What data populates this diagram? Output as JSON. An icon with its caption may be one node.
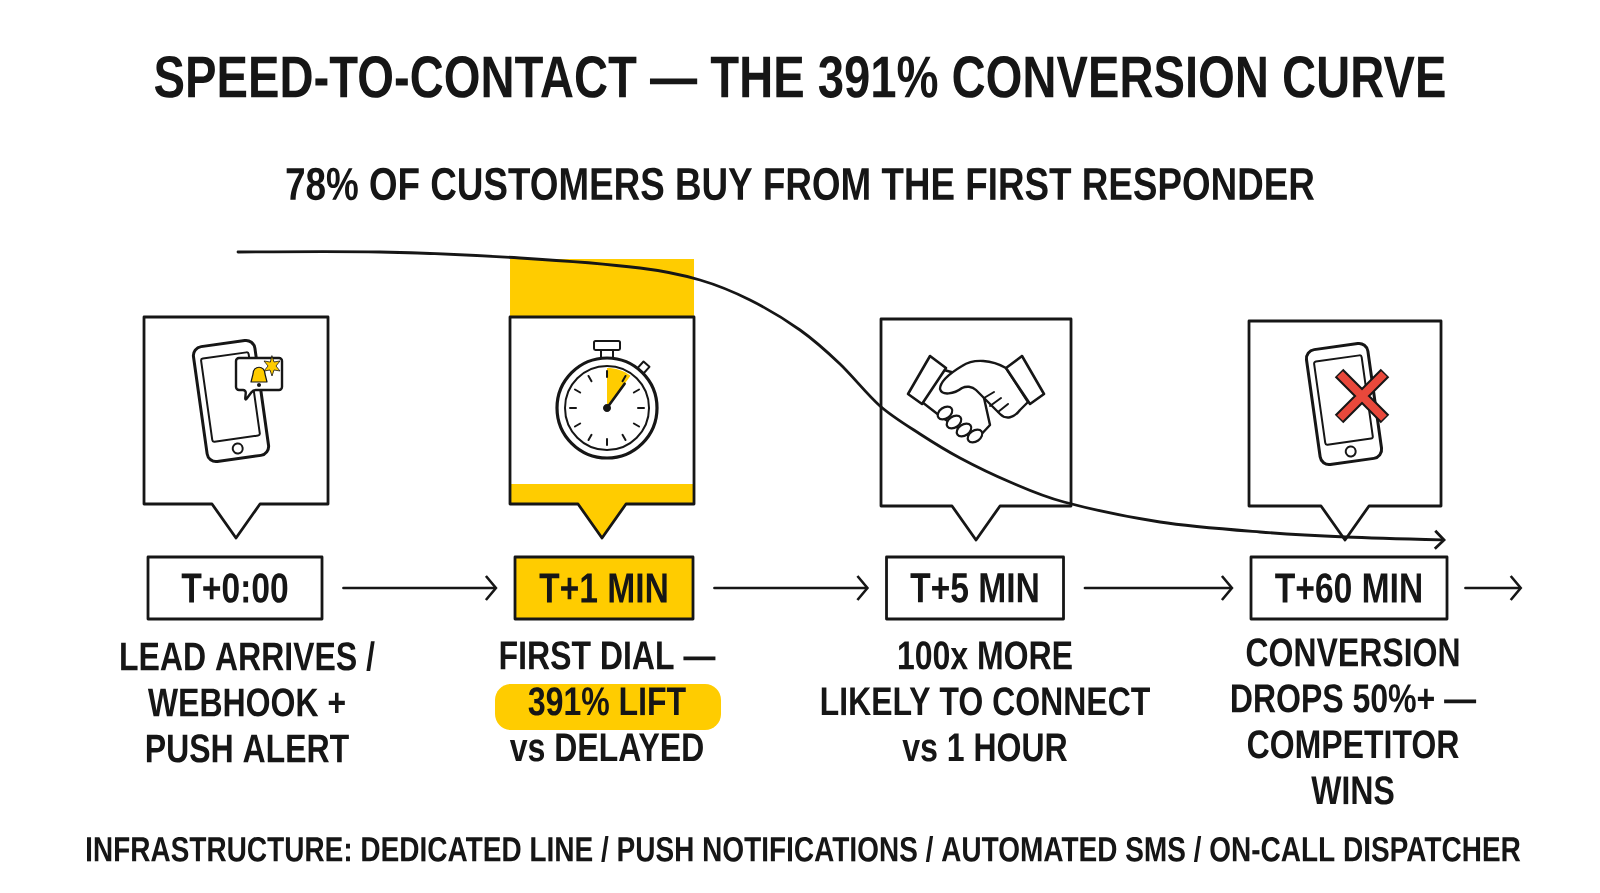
{
  "diagram": {
    "title": "SPEED-TO-CONTACT — THE 391% CONVERSION CURVE",
    "nodes": [
      {
        "text": [],
        "shape": "box"
      },
      {
        "text": [],
        "shape": "box"
      },
      {
        "text": [],
        "shape": "box"
      },
      {
        "text": [],
        "shape": "box"
      },
      {
        "text": [
          "T+0:00"
        ],
        "beside": [
          "LEAD ARRIVES / WEBHOOK + PUSH ALERT"
        ]
      },
      {
        "text": [
          "T+1 MIN"
        ],
        "beside": [
          "FIRST DIAL — 391% LIFT vs DELAYED"
        ]
      },
      {
        "text": [
          "T+5 MIN"
        ],
        "beside": [
          "100x MORE LIKELY TO CONNECT vs 1 HOUR"
        ]
      },
      {
        "text": [
          "T+60 MIN"
        ],
        "beside": [
          "CONVERSION DROPS 50%+ — COMPETITOR WINS"
        ]
      }
    ],
    "edges": [
      {
        "from": 4,
        "to": 5,
        "arrow": "to"
      },
      {
        "from": 5,
        "to": 6,
        "arrow": "to"
      },
      {
        "from": 6,
        "to": 7,
        "arrow": "to"
      },
      {
        "from": 7,
        "to": null,
        "arrow": "to"
      }
    ],
    "labels": [
      "78% OF CUSTOMERS BUY FROM THE FIRST RESPONDER",
      "INFRASTRUCTURE: DEDICATED LINE / PUSH NOTIFICATIONS / AUTOMATED SMS / ON-CALL DISPATCHER"
    ]
  }
}
